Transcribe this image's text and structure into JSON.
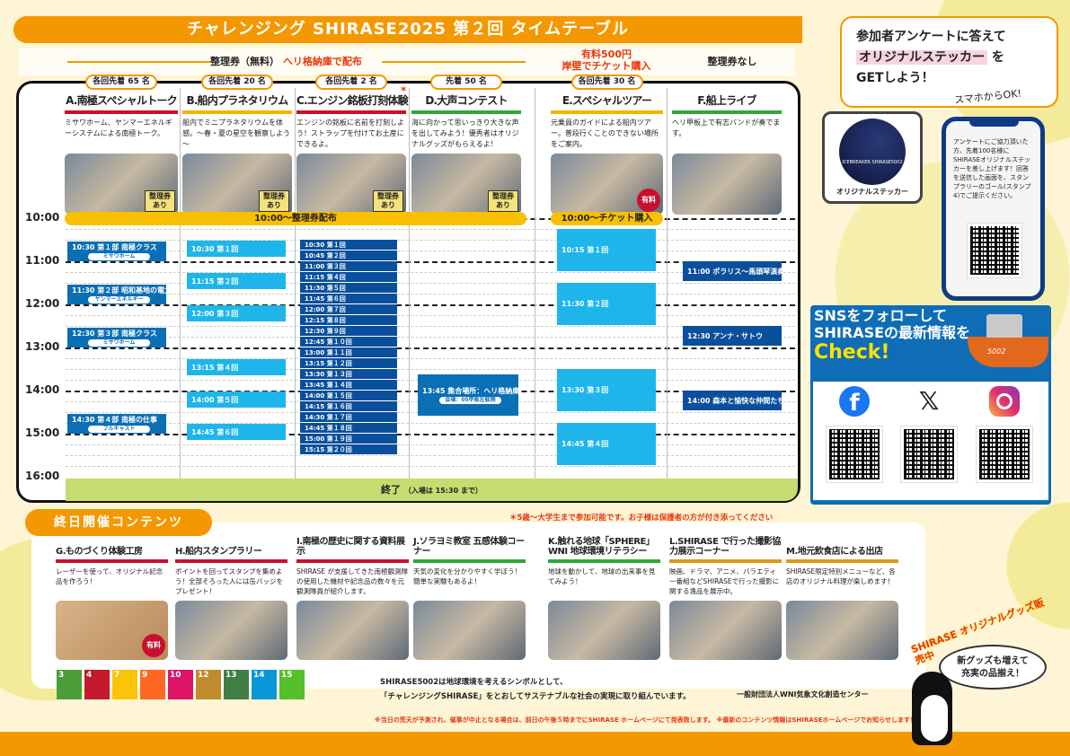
{
  "title": "チャレンジング SHIRASE2025 第２回 タイムテーブル",
  "ticket_free": "整理券（無料）",
  "ticket_free_place": "ヘリ格納庫で配布",
  "ticket_paid": "有料500円",
  "ticket_paid_place": "岸壁でチケット購入",
  "no_ticket": "整理券なし",
  "columns": [
    {
      "badge": "各回先着 65 名",
      "title": "A.南極スペシャルトーク",
      "desc": "ミサワホーム、ヤンマーエネルギーシステムによる南極トーク。",
      "tag": "整理券あり"
    },
    {
      "badge": "各回先着 20 名",
      "title": "B.船内プラネタリウム",
      "desc": "船内でミニプラネタリウムを体感。～春・夏の星空を観察しよう～",
      "tag": "整理券あり"
    },
    {
      "badge": "各回先着 2 名",
      "title": "C.エンジン銘板打刻体験",
      "desc": "エンジンの銘板に名前を打刻しよう！ストラップを付けてお土産にできるよ。",
      "tag": "整理券あり",
      "mark": "*"
    },
    {
      "badge": "先着 50 名",
      "title": "D.大声コンテスト",
      "desc": "海に向かって思いっきり大きな声を出してみよう！優秀者はオリジナルグッズがもらえるよ！",
      "tag": "整理券あり"
    },
    {
      "badge": "各回先着 30 名",
      "title": "E.スペシャルツアー",
      "desc": "元乗員のガイドによる船内ツアー。普段行くことのできない場所をご案内。",
      "tag": "有料"
    },
    {
      "badge": "",
      "title": "F.船上ライブ",
      "desc": "ヘリ甲板上で有志バンドが奏でます。",
      "tag": ""
    }
  ],
  "times": [
    "10:00",
    "11:00",
    "12:00",
    "13:00",
    "14:00",
    "15:00",
    "16:00"
  ],
  "band_free": "10:00～整理券配布",
  "band_paid": "10:00～チケット購入",
  "events": {
    "A": [
      {
        "t": "10:30",
        "label": "第１部 南極クラス",
        "sub": "ミサワホーム"
      },
      {
        "t": "11:30",
        "label": "第２部 昭和基地の電力",
        "sub": "ヤンマーエネルギー"
      },
      {
        "t": "12:30",
        "label": "第３部 南極クラス",
        "sub": "ミサワホーム"
      },
      {
        "t": "14:30",
        "label": "第４部 南極の仕事",
        "sub": "フルキャスト"
      }
    ],
    "B": [
      {
        "t": "10:30",
        "label": "第１回"
      },
      {
        "t": "11:15",
        "label": "第２回"
      },
      {
        "t": "12:00",
        "label": "第３回"
      },
      {
        "t": "13:15",
        "label": "第４回"
      },
      {
        "t": "14:00",
        "label": "第５回"
      },
      {
        "t": "14:45",
        "label": "第６回"
      }
    ],
    "C": [
      {
        "t": "10:30",
        "label": "第１回"
      },
      {
        "t": "10:45",
        "label": "第２回"
      },
      {
        "t": "11:00",
        "label": "第３回"
      },
      {
        "t": "11:15",
        "label": "第４回"
      },
      {
        "t": "11:30",
        "label": "第５回"
      },
      {
        "t": "11:45",
        "label": "第６回"
      },
      {
        "t": "12:00",
        "label": "第７回"
      },
      {
        "t": "12:15",
        "label": "第８回"
      },
      {
        "t": "12:30",
        "label": "第９回"
      },
      {
        "t": "12:45",
        "label": "第１０回"
      },
      {
        "t": "13:00",
        "label": "第１１回"
      },
      {
        "t": "13:15",
        "label": "第１２回"
      },
      {
        "t": "13:30",
        "label": "第１３回"
      },
      {
        "t": "13:45",
        "label": "第１４回"
      },
      {
        "t": "14:00",
        "label": "第１５回"
      },
      {
        "t": "14:15",
        "label": "第１６回"
      },
      {
        "t": "14:30",
        "label": "第１７回"
      },
      {
        "t": "14:45",
        "label": "第１８回"
      },
      {
        "t": "15:00",
        "label": "第１９回"
      },
      {
        "t": "15:15",
        "label": "第２０回"
      }
    ],
    "D": [
      {
        "t": "13:45",
        "label": "集合場所：ヘリ格納庫",
        "sub": "会場：05甲板左舷側"
      }
    ],
    "E": [
      {
        "t": "10:15",
        "label": "第１回"
      },
      {
        "t": "11:30",
        "label": "第２回"
      },
      {
        "t": "13:30",
        "label": "第３回"
      },
      {
        "t": "14:45",
        "label": "第４回"
      }
    ],
    "F": [
      {
        "t": "11:00",
        "label": "ポラリス～馬頭琴演奏"
      },
      {
        "t": "12:30",
        "label": "アンナ・サトウ"
      },
      {
        "t": "14:00",
        "label": "森本と愉快な仲間たちバンド"
      }
    ]
  },
  "end_label": "終了",
  "end_note": "（入場は 15:30 まで）",
  "allday": {
    "tab": "終日開催コンテンツ",
    "note": "＊5歳～大学生まで参加可能です。お子様は保護者の方が付き添ってください",
    "items": [
      {
        "title": "G.ものづくり体験工房",
        "desc": "レーザーを使って、オリジナル記念品を作ろう！",
        "tag": "有料",
        "color": "#c8102e"
      },
      {
        "title": "H.船内スタンプラリー",
        "desc": "ポイントを回ってスタンプを集めよう！全部そろった人には缶バッジをプレゼント！",
        "color": "#c8102e"
      },
      {
        "title": "I.南極の歴史に関する資料展示",
        "desc": "SHIRASE が支援してきた南極観測隊の使用した機材や記念品の数々を元観測隊員が紹介します。",
        "color": "#c8102e"
      },
      {
        "title": "J.ソラヨミ教室 五感体験コーナー",
        "desc": "天気の変化を分かりやすく学ぼう！簡単な実験もあるよ！",
        "color": "#2ea83a"
      },
      {
        "title": "K.触れる地球「SPHERE」WNI 地球環境リテラシー",
        "desc": "地球を動かして、地球の出来事を見てみよう！",
        "color": "#2ea83a"
      },
      {
        "title": "L.SHIRASE で行った撮影協力展示コーナー",
        "desc": "映画、ドラマ、アニメ、バラエティー番組などSHIRASEで行った撮影に関する逸品を展示中。",
        "color": "#d99a1a"
      },
      {
        "title": "M.地元飲食店による出店",
        "desc": "SHIRASE限定特別メニューなど、各店のオリジナル料理が楽しめます！",
        "color": "#d99a1a"
      }
    ]
  },
  "sdgs": [
    {
      "n": "3",
      "c": "#4c9f38"
    },
    {
      "n": "4",
      "c": "#c5192d"
    },
    {
      "n": "7",
      "c": "#fcc30b"
    },
    {
      "n": "9",
      "c": "#fd6925"
    },
    {
      "n": "10",
      "c": "#dd1367"
    },
    {
      "n": "12",
      "c": "#bf8b2e"
    },
    {
      "n": "13",
      "c": "#3f7e44"
    },
    {
      "n": "14",
      "c": "#0a97d9"
    },
    {
      "n": "15",
      "c": "#56c02b"
    }
  ],
  "mission_1": "SHIRASE5002は地球環境を考えるシンボルとして、",
  "mission_2": "「チャレンジングSHIRASE」をとおしてサステナブルな社会の実現に取り組んでいます。",
  "org": "一般財団法人WNI気象文化創造センター",
  "footer": "※当日の荒天が予測され、催事が中止となる場合は、前日の午後５時までにSHIRASE ホームページにて発表致します。 ※最新のコンテンツ情報はSHIRASEホームページでお知らせします！",
  "survey": {
    "line1": "参加者アンケートに答えて",
    "highlight": "オリジナルステッカー",
    "line2_suffix": "を",
    "line3": "GETしよう！",
    "shout": "スマホからOK!",
    "sticker_label": "オリジナルステッカー",
    "sticker_text": "ICEBREAKER SHIRASE5002",
    "phone_text": "アンケートにご協力頂いた方、先着100名様にSHIRASEオリジナルステッカーを差し上げます！回答を送信した画面を、スタンプラリーのゴール(スタンプ4)でご提示ください。"
  },
  "sns": {
    "line1": "SNSをフォローして",
    "line2": "SHIRASEの最新情報を",
    "line3": "Check!",
    "ship_no": "5002",
    "icons": [
      "facebook-icon",
      "x-icon",
      "instagram-icon"
    ]
  },
  "goods": {
    "banner": "SHIRASE オリジナルグッズ販売中",
    "bubble1": "新グッズも増えて",
    "bubble2": "充実の品揃え！"
  },
  "colors": {
    "orange": "#f39800",
    "blue": "#0a6fb5",
    "light_blue": "#1eb6ea",
    "navy": "#0a4f9c",
    "yellow": "#f9c000",
    "green": "#c5dc6f",
    "red": "#e8380d"
  }
}
